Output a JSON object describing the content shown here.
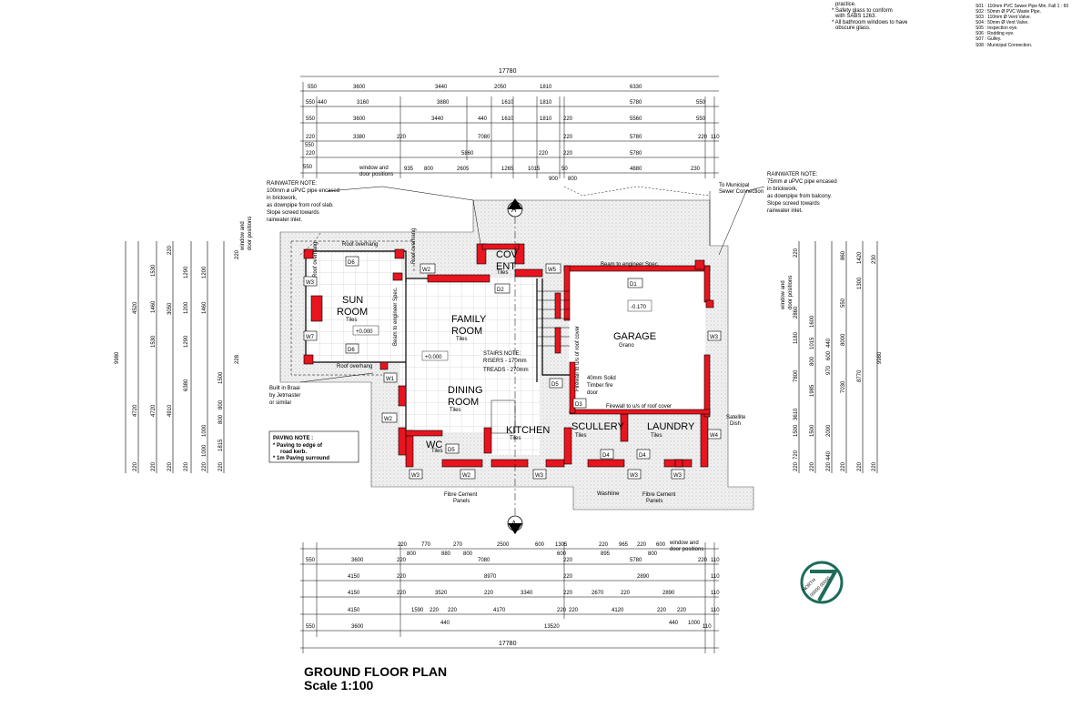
{
  "notes": {
    "top_center": [
      "practice.",
      "* Safety glass to conform",
      "with SABS 1263.",
      "* All bathroom windows to have",
      "obscure glass."
    ],
    "drainage": [
      "S01 : 110mm PVC Sewer Pipe Min. Fall 1 : 60",
      "S02 : 50mm Ø PVC Waste Pipe.",
      "S03 : 110mm Ø Vent Valve.",
      "S04 : 50mm Ø Vent Valve.",
      "S05 : Inspection eye.",
      "S06 : Rodding eye.",
      "S07 : Gulley.",
      "S08 : Municipal Connection."
    ],
    "rainwater_left": [
      "RAINWATER NOTE:",
      "100mm ø uPVC pipe encased",
      "in brickwork,",
      "as downpipe from roof slab.",
      "Slope screed towards",
      "rainwater inlet."
    ],
    "rainwater_right": [
      "RAINWATER NOTE:",
      "75mm ø uPVC pipe encased",
      "in brickwork,",
      "as downpipe from balcony.",
      "Slope screed towards",
      "rainwater inlet."
    ],
    "braai": [
      "Built in Braai",
      "by Jetmaster",
      "or similar"
    ],
    "paving": [
      "PAVING NOTE :",
      "* Paving to edge of",
      "road kerb.",
      "* 1m Paving surround"
    ],
    "stairs": [
      "STAIRS NOTE:",
      "RISERS - 170mm",
      "TREADS - 270mm"
    ],
    "fire_door": [
      "40mm Solid",
      "Timber fire",
      "door"
    ],
    "sewer": [
      "To Municipal",
      "Sewer Connection"
    ]
  },
  "rooms": {
    "sun_room": [
      "SUN",
      "ROOM"
    ],
    "family_room": [
      "FAMILY",
      "ROOM"
    ],
    "dining_room": [
      "DINING",
      "ROOM"
    ],
    "kitchen": "KITCHEN",
    "scullery": "SCULLERY",
    "laundry": "LAUNDRY",
    "garage": "GARAGE",
    "wc": "WC",
    "covent": [
      "COV",
      "ENT"
    ]
  },
  "finishes": {
    "tiles": "Tiles",
    "grano": "Grano"
  },
  "levels": {
    "sun": "+0.000",
    "family": "+0.000",
    "garage": "-0.170"
  },
  "annotations": {
    "window_door_positions": [
      "window and",
      "door positions"
    ],
    "beam_engineer": "Beam to engineer Spec.",
    "roof_overhang": "Roof overhang",
    "firewall_1": "Firewall to u/s of roof cover",
    "firewall_2": "Firewall to u/s of roof cover",
    "fibre_cement": [
      "Fibre Cement",
      "Panels"
    ],
    "washline": "Washline",
    "satellite": [
      "Satellite",
      "Dish"
    ],
    "section": "A"
  },
  "tags": {
    "D1": "D1",
    "D2": "D2",
    "D3": "D3",
    "D4": "D4",
    "D5": "D5",
    "D6": "D6",
    "W1": "W1",
    "W2": "W2",
    "W3": "W3",
    "W4": "W4",
    "W5": "W5",
    "W7": "W7"
  },
  "dims_top": {
    "overall": "17780",
    "row1": [
      "550",
      "3600",
      "3440",
      "2050",
      "1810",
      "6330"
    ],
    "row2": [
      "550",
      "440",
      "3160",
      "3880",
      "1610",
      "1810",
      "5780",
      "550"
    ],
    "row3": [
      "550",
      "3600",
      "3440",
      "440",
      "1610",
      "1810",
      "220",
      "5560",
      "550"
    ],
    "row4": [
      "220",
      "3380",
      "220",
      "7080",
      "220",
      "5780",
      "220",
      "110"
    ],
    "row5": [
      "220",
      "5860",
      "220",
      "220",
      "5780"
    ],
    "row5b": [
      "550"
    ],
    "row6": [
      "935",
      "800",
      "2605",
      "1265",
      "1015",
      "50",
      "4880",
      "230"
    ],
    "row6b": [
      "900",
      "800"
    ]
  },
  "dims_bottom": {
    "rowA": [
      "220",
      "770",
      "270",
      "2500",
      "600",
      "1305",
      "220",
      "965",
      "220",
      "600"
    ],
    "rowAb": [
      "800",
      "880",
      "800",
      "600",
      "895",
      "800"
    ],
    "rowB": [
      "550",
      "3600",
      "220",
      "7080",
      "220",
      "5780",
      "220",
      "110"
    ],
    "rowC": [
      "4150",
      "220",
      "8970",
      "220",
      "2890",
      "110"
    ],
    "rowD": [
      "4150",
      "220",
      "3520",
      "220",
      "3340",
      "220",
      "2670",
      "220",
      "2890",
      "110"
    ],
    "rowE": [
      "4150",
      "1590",
      "220",
      "220",
      "4170",
      "220",
      "220",
      "4120",
      "220",
      "220",
      "110"
    ],
    "rowEb": [
      "440",
      "440",
      "1000"
    ],
    "rowF": [
      "550",
      "3600",
      "13520",
      "110"
    ],
    "overall": "17780"
  },
  "dims_left": {
    "overall": "9980",
    "col1": [
      "4520",
      "4720",
      "220"
    ],
    "col2": [
      "1530",
      "1460",
      "1530",
      "4720",
      "220"
    ],
    "col3": [
      "220",
      "3050",
      "4910",
      "220"
    ],
    "col4": [
      "1290",
      "1200",
      "1290",
      "6380",
      "220"
    ],
    "col5": [
      "1200",
      "1460",
      "1000",
      "1000",
      "220"
    ],
    "col6": [
      "1500",
      "800",
      "800",
      "1815",
      "220"
    ],
    "col7": [
      "220",
      "228"
    ]
  },
  "dims_right": {
    "overall": "9980",
    "col1": [
      "220",
      "2860",
      "1180",
      "7800",
      "3610",
      "1500",
      "720",
      "220"
    ],
    "col2": [
      "1600",
      "1015",
      "800",
      "1985",
      "1500",
      "220"
    ],
    "col3": [
      "440",
      "600",
      "970",
      "2000",
      "440",
      "220"
    ],
    "col4": [
      "860",
      "550",
      "8000",
      "7030",
      "220"
    ],
    "col5": [
      "1420",
      "1300",
      "8770",
      "220"
    ],
    "col6": [
      "230",
      "220"
    ]
  },
  "compass": {
    "line1": "NORTH",
    "line2": "00000 00000"
  },
  "title": {
    "main": "GROUND FLOOR PLAN",
    "scale": "Scale 1:100"
  }
}
